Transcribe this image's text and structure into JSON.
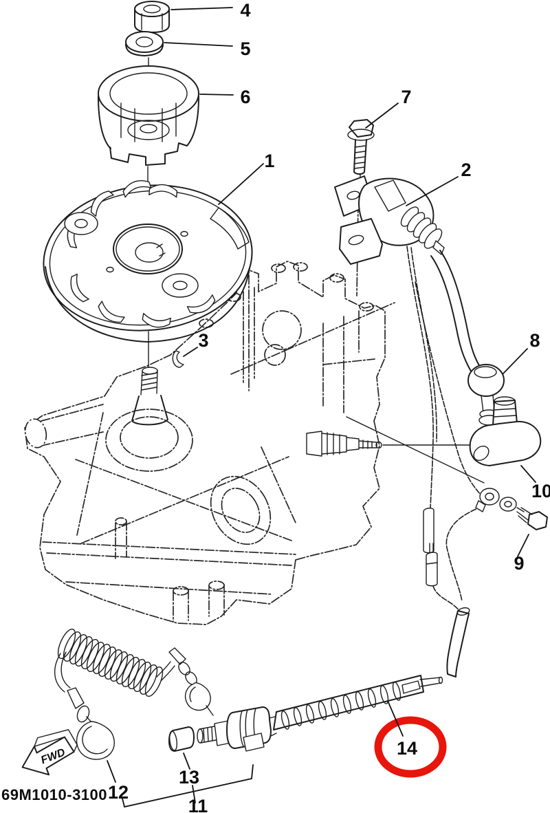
{
  "diagram": {
    "type": "exploded-parts-diagram",
    "background_color": "#ffffff",
    "line_color": "#1c1c1c",
    "part_code": "69M1010-3100",
    "fwd_label": "FWD",
    "highlight": {
      "part": "14",
      "color": "#e8150c"
    },
    "callouts": [
      {
        "label": "1"
      },
      {
        "label": "2"
      },
      {
        "label": "3"
      },
      {
        "label": "4"
      },
      {
        "label": "5"
      },
      {
        "label": "6"
      },
      {
        "label": "7"
      },
      {
        "label": "8"
      },
      {
        "label": "9"
      },
      {
        "label": "10"
      },
      {
        "label": "11"
      },
      {
        "label": "12"
      },
      {
        "label": "13"
      },
      {
        "label": "14"
      }
    ]
  }
}
